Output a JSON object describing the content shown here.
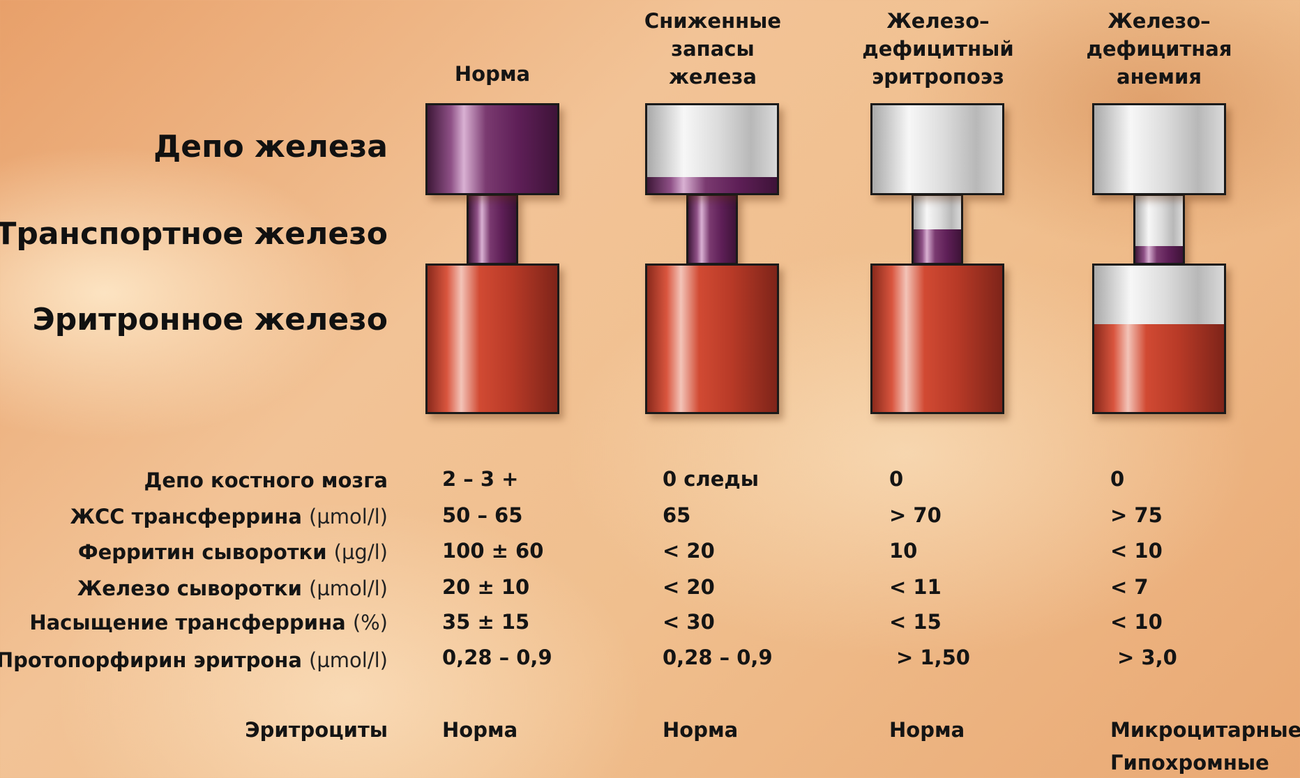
{
  "columns": [
    {
      "header_lines": [
        "Норма"
      ],
      "depot_fill": 1.0,
      "transport_fill": 1.0,
      "erythron_fill": 1.0
    },
    {
      "header_lines": [
        "Сниженные",
        "запасы",
        "железа"
      ],
      "depot_fill": 0.18,
      "transport_fill": 1.0,
      "erythron_fill": 1.0
    },
    {
      "header_lines": [
        "Железо–",
        "дефицитный",
        "эритропоэз"
      ],
      "depot_fill": 0.0,
      "transport_fill": 0.5,
      "erythron_fill": 1.0
    },
    {
      "header_lines": [
        "Железо–",
        "дефицитная",
        "анемия"
      ],
      "depot_fill": 0.0,
      "transport_fill": 0.25,
      "erythron_fill": 0.6
    }
  ],
  "compartments": {
    "depot": "Депо железа",
    "transport": "Транспортное железо",
    "erythron": "Эритронное железо"
  },
  "parameters": [
    {
      "label": "Депо костного мозга",
      "unit": "",
      "values": [
        "2 – 3 +",
        "0 следы",
        "0",
        "0"
      ]
    },
    {
      "label": "ЖСС трансферрина",
      "unit": "(µmol/l)",
      "values": [
        "50 – 65",
        "65",
        "> 70",
        "> 75"
      ]
    },
    {
      "label": "Ферритин сыворотки",
      "unit": "(µg/l)",
      "values": [
        "100 ± 60",
        "< 20",
        "10",
        "< 10"
      ]
    },
    {
      "label": "Железо сыворотки",
      "unit": "(µmol/l)",
      "values": [
        "20 ± 10",
        "< 20",
        "< 11",
        "< 7"
      ]
    },
    {
      "label": "Насыщение трансферрина",
      "unit": "(%)",
      "values": [
        "35 ± 15",
        "< 30",
        "< 15",
        "< 10"
      ]
    },
    {
      "label": "Протопорфирин эритрона",
      "unit": "(µmol/l)",
      "values": [
        "0,28 – 0,9",
        "0,28 – 0,9",
        "> 1,50",
        "> 3,0"
      ]
    }
  ],
  "erythrocytes": {
    "label": "Эритроциты",
    "values": [
      [
        "Норма"
      ],
      [
        "Норма"
      ],
      [
        "Норма"
      ],
      [
        "Микроцитарные",
        "Гипохромные"
      ]
    ]
  },
  "colors": {
    "depot_iron": "#6b2a63",
    "transport_iron": "#6b2a63",
    "erythron_iron": "#c8452f",
    "empty": "#d9d9d9",
    "border": "#1a1a1a"
  }
}
